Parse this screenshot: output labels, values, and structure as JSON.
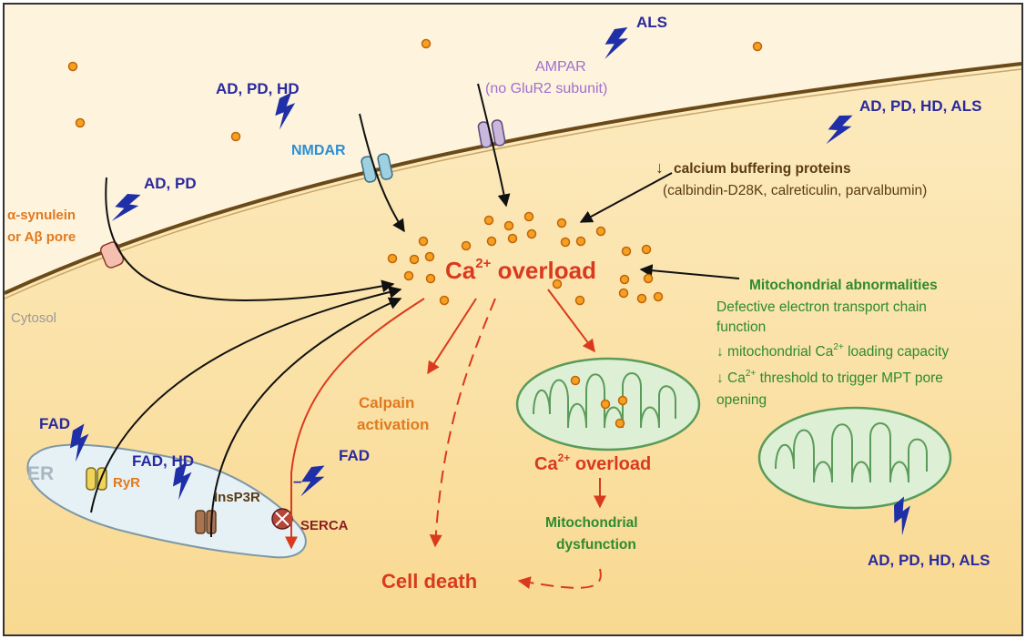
{
  "labels": {
    "als_top": "ALS",
    "ampar": "AMPAR",
    "ampar_sub": "(no GluR2 subunit)",
    "ad_pd_hd": "AD, PD, HD",
    "nmdar": "NMDAR",
    "ad_pd_hd_als_top": "AD, PD, HD, ALS",
    "buffering": "calcium buffering proteins",
    "buffering_sub": "(calbindin-D28K, calreticulin, parvalbumin)",
    "ad_pd": "AD, PD",
    "alpha_syn_1": "α-synulein",
    "alpha_syn_2": "or Aβ pore",
    "overload_main_pre": "Ca",
    "overload_main_sup": "2+",
    "overload_main_post": " overload",
    "mito_title": "Mitochondrial abnormalities",
    "mito_l1": "Defective electron transport chain",
    "mito_l2": "function",
    "mito_l3_pre": "↓ mitochondrial Ca",
    "mito_l3_sup": "2+",
    "mito_l3_post": " loading capacity",
    "mito_l4_pre": "↓ Ca",
    "mito_l4_sup": "2+",
    "mito_l4_post": " threshold to trigger MPT pore",
    "mito_l5": "opening",
    "cytosol": "Cytosol",
    "calpain_1": "Calpain",
    "calpain_2": "activation",
    "overload_mito_pre": "Ca",
    "overload_mito_sup": "2+",
    "overload_mito_post": " overload",
    "mito_dys_1": "Mitochondrial",
    "mito_dys_2": "dysfunction",
    "cell_death": "Cell death",
    "fad_1": "FAD",
    "fad_hd": "FAD, HD",
    "fad_2": "FAD",
    "er": "ER",
    "ryr": "RyR",
    "insp3r": "InsP3R",
    "serca": "SERCA",
    "minus": "–",
    "ad_pd_hd_als_bottom": "AD, PD, HD, ALS",
    "down_arrow": "↓"
  },
  "colors": {
    "extracellular": "#fef3dc",
    "cytosol": "#fbe3a9",
    "er": "#e6f1f6",
    "mito_fill": "#ddf0d6",
    "mito_stroke": "#5a9b5a",
    "calcium": "#f5a020",
    "red_arrow": "#d93a1e",
    "disease": "#2a2a9e",
    "lightning": "#1f2fa8"
  }
}
